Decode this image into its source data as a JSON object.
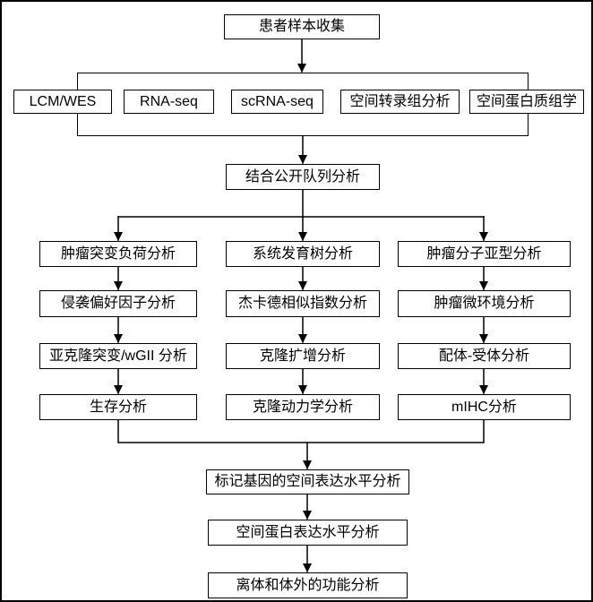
{
  "diagram": {
    "colors": {
      "line": "#000000",
      "box_border": "#000000",
      "box_fill": "#ffffff",
      "background": "#ffffff"
    },
    "nodes": {
      "sample_collection": {
        "label": "患者样本收集"
      },
      "methods": [
        {
          "label": "LCM/WES"
        },
        {
          "label": "RNA-seq"
        },
        {
          "label": "scRNA-seq"
        },
        {
          "label": "空间转录组分析"
        },
        {
          "label": "空间蛋白质组学"
        }
      ],
      "cohort": {
        "label": "结合公开队列分析"
      },
      "columns": [
        {
          "steps": [
            {
              "label": "肿瘤突变负荷分析"
            },
            {
              "label": "侵袭偏好因子分析"
            },
            {
              "label": "亚克隆突变/wGII 分析"
            },
            {
              "label": "生存分析"
            }
          ]
        },
        {
          "steps": [
            {
              "label": "系统发育树分析"
            },
            {
              "label": "杰卡德相似指数分析"
            },
            {
              "label": "克隆扩增分析"
            },
            {
              "label": "克隆动力学分析"
            }
          ]
        },
        {
          "steps": [
            {
              "label": "肿瘤分子亚型分析"
            },
            {
              "label": "肿瘤微环境分析"
            },
            {
              "label": "配体-受体分析"
            },
            {
              "label": "mIHC分析"
            }
          ]
        }
      ],
      "final_steps": [
        {
          "label": "标记基因的空间表达水平分析"
        },
        {
          "label": "空间蛋白表达水平分析"
        },
        {
          "label": "离体和体外的功能分析"
        }
      ]
    }
  }
}
